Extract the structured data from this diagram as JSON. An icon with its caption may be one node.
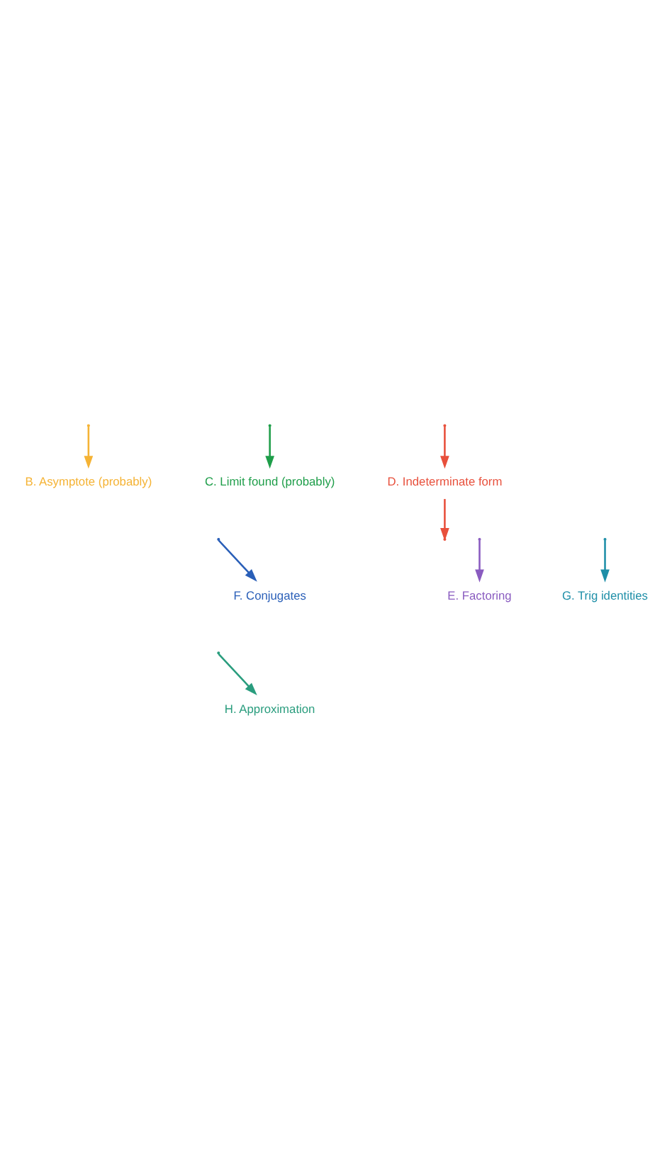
{
  "diagram": {
    "nodes": [
      {
        "text": [
          "B. Asymptote (probably)"
        ]
      },
      {
        "text": [
          "C. Limit found (probably)"
        ]
      },
      {
        "text": [
          "D. Indeterminate form"
        ]
      },
      {
        "text": [
          "E. Factoring"
        ]
      },
      {
        "text": [
          "F. Conjugates"
        ]
      },
      {
        "text": [
          "G. Trig identities"
        ]
      },
      {
        "text": [
          "H. Approximation"
        ]
      }
    ],
    "edges": [
      {
        "from": null,
        "to": 0,
        "arrow": "to",
        "color": "#f5b335"
      },
      {
        "from": null,
        "to": 1,
        "arrow": "to",
        "color": "#1f9e4a"
      },
      {
        "from": null,
        "to": 2,
        "arrow": "to",
        "color": "#e8503c"
      },
      {
        "from": 2,
        "to": null,
        "arrow": "to",
        "color": "#e8503c"
      },
      {
        "from": null,
        "to": 3,
        "arrow": "to",
        "color": "#8a5cc0"
      },
      {
        "from": null,
        "to": 4,
        "arrow": "to",
        "color": "#2a5fb8"
      },
      {
        "from": null,
        "to": 5,
        "arrow": "to",
        "color": "#1f8fa8"
      },
      {
        "from": null,
        "to": 6,
        "arrow": "to",
        "color": "#2a9d7e"
      }
    ]
  }
}
